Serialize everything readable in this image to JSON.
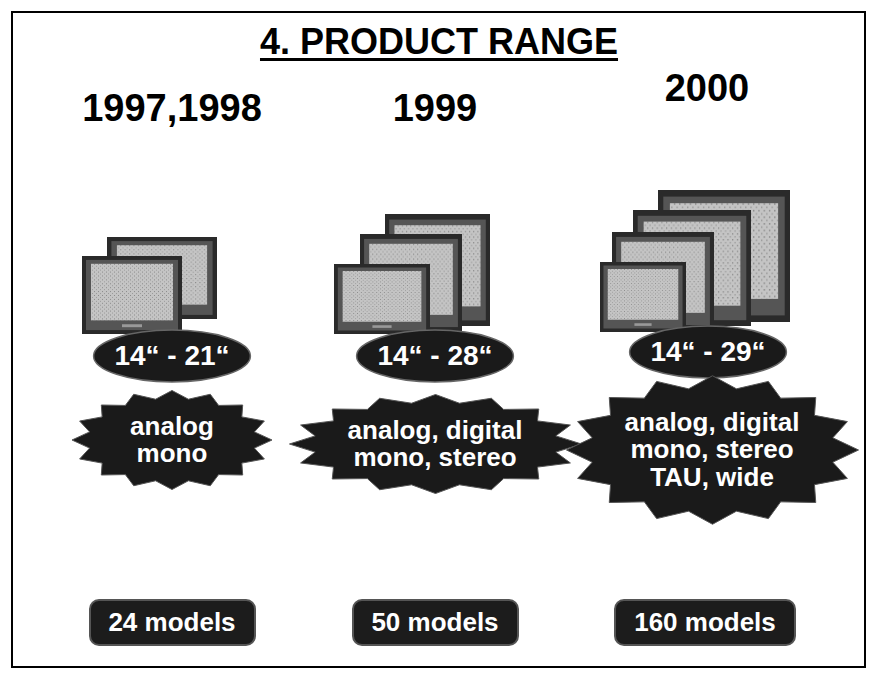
{
  "diagram": {
    "title": "4. PRODUCT RANGE",
    "nodes": [
      {
        "text": [
          "14“ - 21“"
        ]
      },
      {
        "text": [
          "14“ - 28“"
        ]
      },
      {
        "text": [
          "14“ - 29“"
        ]
      },
      {
        "text": [
          "analog mono"
        ]
      },
      {
        "text": [
          "analog, digital mono, stereo"
        ]
      },
      {
        "text": [
          "analog, digital mono, stereo TAU, wide"
        ]
      },
      {
        "text": [
          "24 models"
        ]
      },
      {
        "text": [
          "50 models"
        ]
      },
      {
        "text": [
          "160 models"
        ]
      }
    ],
    "edges": [],
    "labels": [
      "1997,1998",
      "1999",
      "2000"
    ]
  }
}
